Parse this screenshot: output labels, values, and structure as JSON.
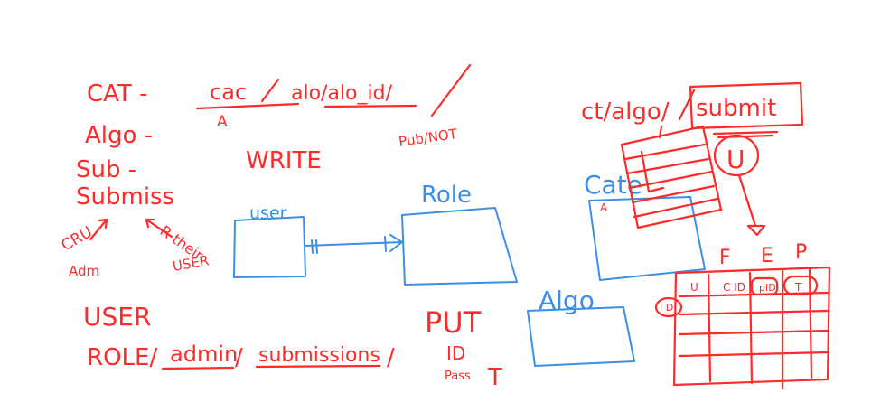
{
  "colors": {
    "red_ink": "#ff2a2a",
    "blue_ink": "#3a8fe8",
    "background": "#ffffff"
  },
  "left_list": {
    "cat": "CAT -",
    "algo": "Algo -",
    "sub": "Sub  -",
    "submiss": "Submiss",
    "crud": "CRU",
    "adm": "Adm",
    "r_their": "R their",
    "user": "USER"
  },
  "route_top": {
    "cac": "cac",
    "a": "A",
    "path": "alo/alo_id/",
    "pub_not": "Pub/NOT"
  },
  "write_label": "WRITE",
  "entities": {
    "user": "user",
    "role": "Role",
    "algo": "Algo",
    "cate": "Cate",
    "cate_a": "A"
  },
  "bottom_left": {
    "user": "USER",
    "role_path_role": "ROLE/",
    "role_path_admin": "admin",
    "role_path_slash": "/",
    "role_path_submissions": "submissions",
    "role_path_end": "/"
  },
  "put_block": {
    "put": "PUT",
    "id": "ID",
    "pass": "Pass",
    "t": "T"
  },
  "right_path": {
    "ct_algo": "ct/algo/",
    "submit": "submit",
    "u": "U"
  },
  "table": {
    "header_letters": [
      "F",
      "E",
      "P"
    ],
    "columns": [
      "U",
      "C ID",
      "pID",
      "T"
    ],
    "row_label": "I D"
  }
}
